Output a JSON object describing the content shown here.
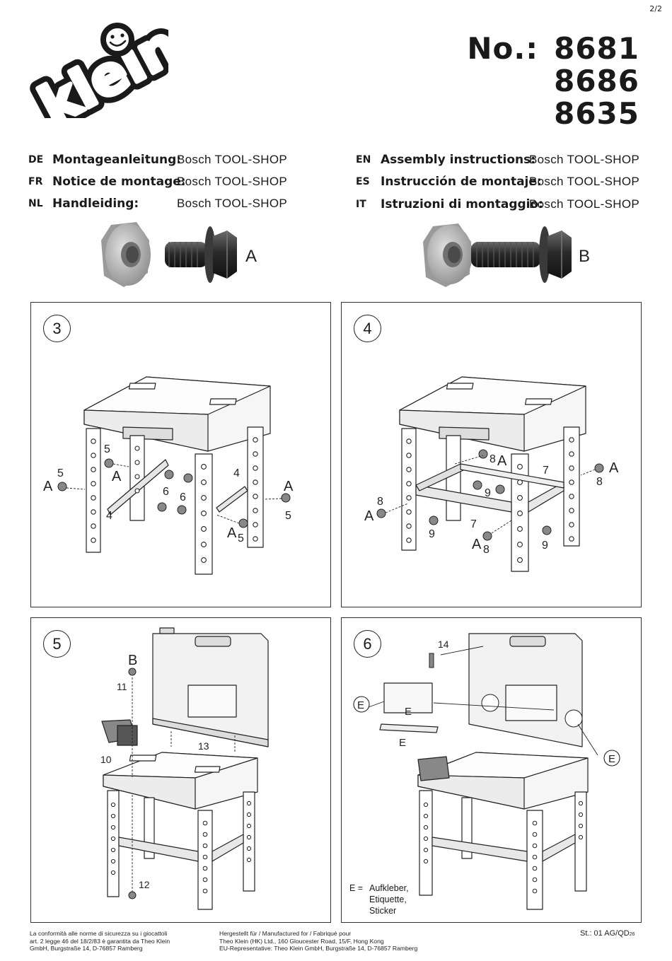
{
  "page_number": "2/2",
  "brand": {
    "logo_text": "klein"
  },
  "model": {
    "label": "No.:",
    "numbers": [
      "8681",
      "8686",
      "8635"
    ]
  },
  "instructions": [
    {
      "code": "DE",
      "title": "Montageanleitung:",
      "product": "Bosch TOOL-SHOP"
    },
    {
      "code": "FR",
      "title": "Notice de montage:",
      "product": "Bosch TOOL-SHOP"
    },
    {
      "code": "NL",
      "title": "Handleiding:",
      "product": "Bosch TOOL-SHOP"
    },
    {
      "code": "EN",
      "title": "Assembly instructions:",
      "product": "Bosch TOOL-SHOP"
    },
    {
      "code": "ES",
      "title": "Instrucción de montaje:",
      "product": "Bosch TOOL-SHOP"
    },
    {
      "code": "IT",
      "title": "Istruzioni di montaggio:",
      "product": "Bosch TOOL-SHOP"
    }
  ],
  "parts": [
    {
      "label": "A"
    },
    {
      "label": "B"
    }
  ],
  "steps": [
    {
      "number": "3",
      "labels": [
        "5",
        "A",
        "5",
        "A",
        "6",
        "6",
        "4",
        "4",
        "A",
        "5",
        "A",
        "5"
      ]
    },
    {
      "number": "4",
      "labels": [
        "8",
        "A",
        "7",
        "A",
        "8",
        "9",
        "8",
        "A",
        "9",
        "7",
        "A",
        "8",
        "9"
      ]
    },
    {
      "number": "5",
      "labels": [
        "B",
        "11",
        "10",
        "13",
        "12"
      ]
    },
    {
      "number": "6",
      "labels": [
        "14",
        "E",
        "E",
        "E",
        "E"
      ]
    }
  ],
  "legend": {
    "key": "E =",
    "lines": [
      "Aufkleber,",
      "Etiquette,",
      "Sticker"
    ]
  },
  "footer": {
    "left": [
      "La conformità alle norme di sicurezza su i giocattoli",
      "art. 2 legge 46 del 18/2/83 è garantita da Theo Klein",
      "GmbH, Burgstraße 14, D-76857 Ramberg"
    ],
    "middle": [
      "Hergestellt für / Manufactured for / Fabriqué pour",
      "Theo Klein (HK) Ltd., 160 Gloucester Road, 15/F, Hong Kong",
      "EU-Representative: Theo Klein GmbH, Burgstraße 14, D-76857 Ramberg"
    ],
    "right": "St.: 01 AG/QD",
    "right_sub": "26"
  }
}
